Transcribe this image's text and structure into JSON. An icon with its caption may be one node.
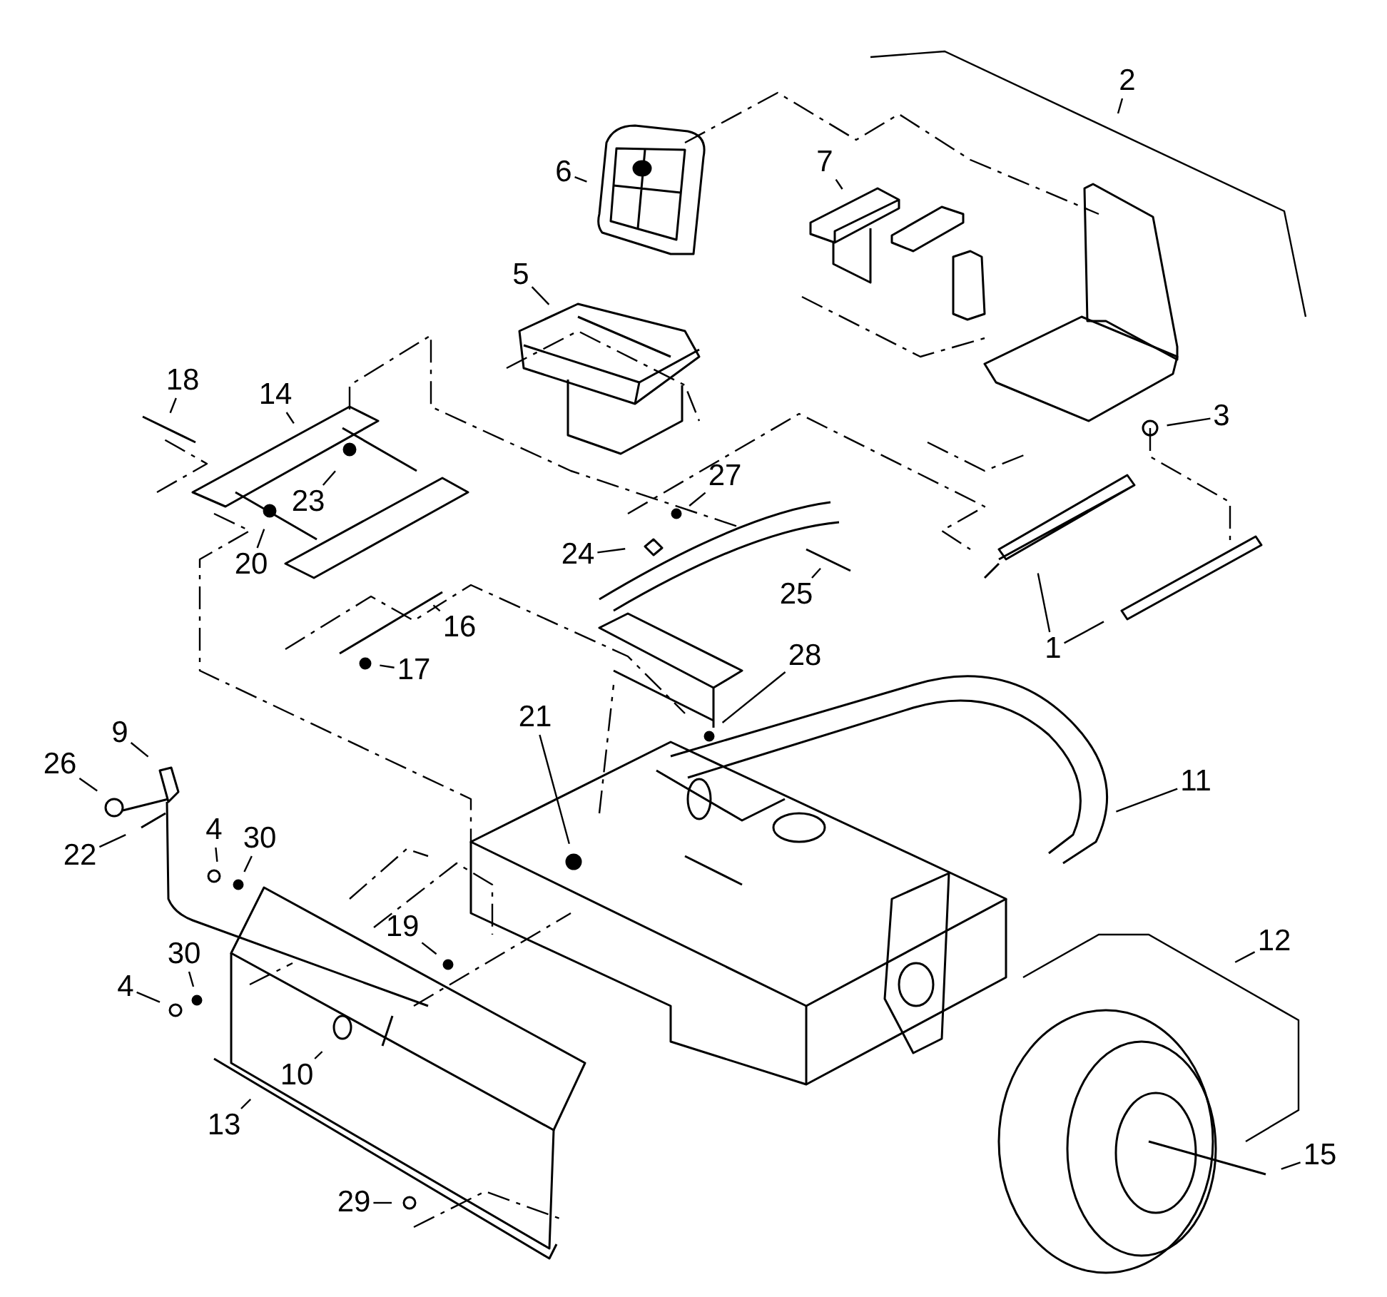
{
  "diagram": {
    "nodes": [
      {
        "text": [
          "2"
        ]
      },
      {
        "text": [
          "7"
        ]
      },
      {
        "text": [
          "6"
        ]
      },
      {
        "text": [
          "5"
        ]
      },
      {
        "text": [
          "18"
        ]
      },
      {
        "text": [
          "14"
        ]
      },
      {
        "text": [
          "3"
        ]
      },
      {
        "text": [
          "23"
        ]
      },
      {
        "text": [
          "27"
        ]
      },
      {
        "text": [
          "24"
        ]
      },
      {
        "text": [
          "20"
        ]
      },
      {
        "text": [
          "25"
        ]
      },
      {
        "text": [
          "16"
        ]
      },
      {
        "text": [
          "1"
        ]
      },
      {
        "text": [
          "28"
        ]
      },
      {
        "text": [
          "17"
        ]
      },
      {
        "text": [
          "21"
        ]
      },
      {
        "text": [
          "9"
        ]
      },
      {
        "text": [
          "26"
        ]
      },
      {
        "text": [
          "11"
        ]
      },
      {
        "text": [
          "4"
        ]
      },
      {
        "text": [
          "30"
        ]
      },
      {
        "text": [
          "22"
        ]
      },
      {
        "text": [
          "19"
        ]
      },
      {
        "text": [
          "12"
        ]
      },
      {
        "text": [
          "30"
        ]
      },
      {
        "text": [
          "4"
        ]
      },
      {
        "text": [
          "10"
        ]
      },
      {
        "text": [
          "13"
        ]
      },
      {
        "text": [
          "15"
        ]
      },
      {
        "text": [
          "29"
        ]
      }
    ],
    "edges": [
      {
        "from": 0,
        "to": null,
        "arrow": "none"
      },
      {
        "from": 1,
        "to": null,
        "arrow": "none"
      },
      {
        "from": 2,
        "to": null,
        "arrow": "none"
      },
      {
        "from": 3,
        "to": null,
        "arrow": "none"
      },
      {
        "from": 4,
        "to": null,
        "arrow": "none"
      },
      {
        "from": 5,
        "to": null,
        "arrow": "none"
      },
      {
        "from": 6,
        "to": null,
        "arrow": "none"
      },
      {
        "from": 7,
        "to": null,
        "arrow": "none"
      },
      {
        "from": 8,
        "to": null,
        "arrow": "none"
      },
      {
        "from": 9,
        "to": null,
        "arrow": "none"
      },
      {
        "from": 10,
        "to": null,
        "arrow": "none"
      },
      {
        "from": 11,
        "to": null,
        "arrow": "none"
      },
      {
        "from": 12,
        "to": null,
        "arrow": "none"
      },
      {
        "from": 13,
        "to": null,
        "arrow": "none"
      },
      {
        "from": 13,
        "to": null,
        "arrow": "none"
      },
      {
        "from": 14,
        "to": null,
        "arrow": "none"
      },
      {
        "from": 15,
        "to": null,
        "arrow": "none"
      },
      {
        "from": 16,
        "to": null,
        "arrow": "none"
      },
      {
        "from": 17,
        "to": null,
        "arrow": "none"
      },
      {
        "from": 18,
        "to": null,
        "arrow": "none"
      },
      {
        "from": 19,
        "to": null,
        "arrow": "none"
      },
      {
        "from": 20,
        "to": null,
        "arrow": "none"
      },
      {
        "from": 21,
        "to": null,
        "arrow": "none"
      },
      {
        "from": 22,
        "to": null,
        "arrow": "none"
      },
      {
        "from": 23,
        "to": null,
        "arrow": "none"
      },
      {
        "from": 24,
        "to": null,
        "arrow": "none"
      },
      {
        "from": 25,
        "to": null,
        "arrow": "none"
      },
      {
        "from": 26,
        "to": null,
        "arrow": "none"
      },
      {
        "from": 27,
        "to": null,
        "arrow": "none"
      },
      {
        "from": 28,
        "to": null,
        "arrow": "none"
      },
      {
        "from": 29,
        "to": null,
        "arrow": "none"
      },
      {
        "from": 30,
        "to": null,
        "arrow": "none"
      }
    ]
  }
}
